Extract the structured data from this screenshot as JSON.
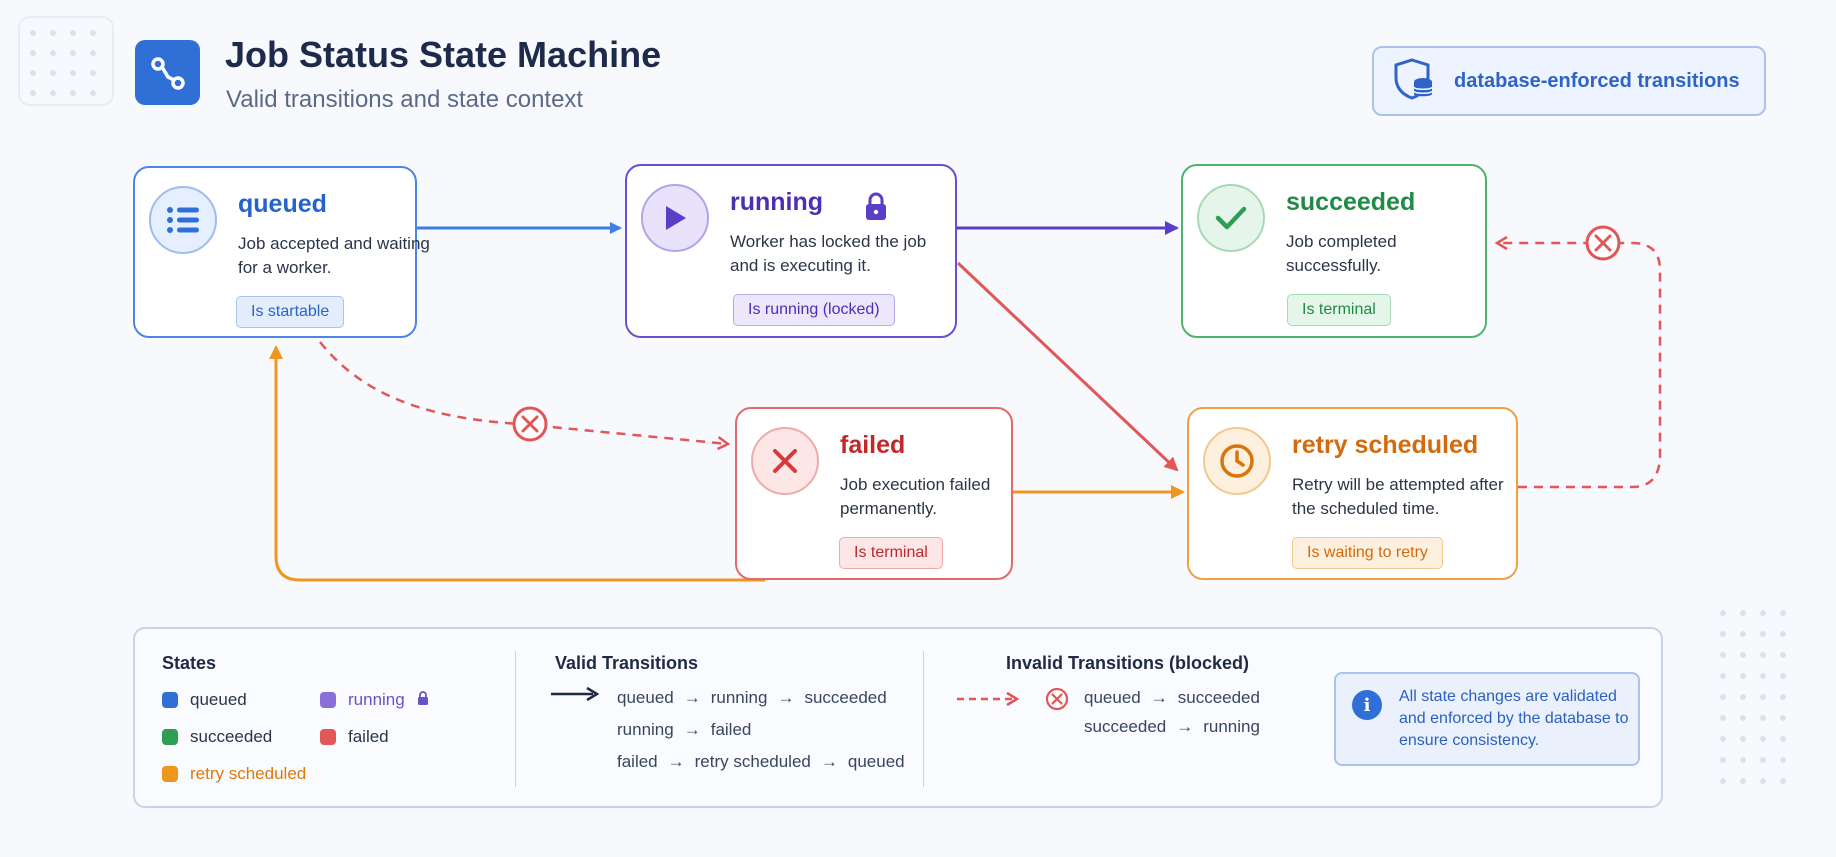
{
  "header": {
    "title": "Job Status State Machine",
    "subtitle": "Valid transitions and state context",
    "app_icon": "workflow-icon",
    "badge_label": "database-enforced transitions",
    "badge_icon": "shield-database-icon"
  },
  "states": {
    "queued": {
      "name": "queued",
      "desc": "Job accepted and waiting for a worker.",
      "tag": "Is startable",
      "icon": "list-icon",
      "color": "#2f6fd6"
    },
    "running": {
      "name": "running",
      "desc": "Worker has locked the job and is executing it.",
      "tag": "Is running (locked)",
      "icon": "play-icon",
      "badge_icon": "lock-icon",
      "color": "#5b3ec8"
    },
    "succeeded": {
      "name": "succeeded",
      "desc": "Job completed successfully.",
      "tag": "Is terminal",
      "icon": "check-icon",
      "color": "#2e9e55"
    },
    "failed": {
      "name": "failed",
      "desc": "Job execution failed permanently.",
      "tag": "Is terminal",
      "icon": "x-icon",
      "color": "#d43b3b"
    },
    "retry": {
      "name": "retry scheduled",
      "desc": "Retry will be attempted after the scheduled time.",
      "tag": "Is waiting to retry",
      "icon": "clock-icon",
      "color": "#e0780c"
    }
  },
  "legend": {
    "states_title": "States",
    "states": [
      {
        "label": "queued",
        "color": "#2f6fd6"
      },
      {
        "label": "running",
        "color": "#8a6fd8"
      },
      {
        "label": "succeeded",
        "color": "#2e9e55"
      },
      {
        "label": "failed",
        "color": "#e15656"
      },
      {
        "label": "retry scheduled",
        "color": "#f0961e"
      }
    ],
    "valid_title": "Valid Transitions",
    "valid": [
      [
        "queued",
        "running",
        "succeeded"
      ],
      [
        "running",
        "failed"
      ],
      [
        "failed",
        "retry scheduled",
        "queued"
      ]
    ],
    "invalid_title": "Invalid Transitions (blocked)",
    "invalid": [
      [
        "queued",
        "succeeded"
      ],
      [
        "succeeded",
        "running"
      ]
    ],
    "arrow_glyph": "→",
    "info_text": "All state changes are validated and enforced by the database to ensure consistency."
  }
}
